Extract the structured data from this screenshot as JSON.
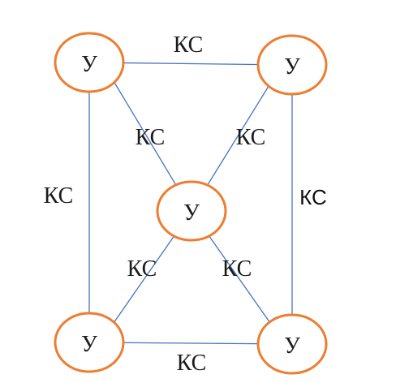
{
  "diagram": {
    "colors": {
      "node_stroke": "#ED7D31",
      "node_fill": "#FFFFFF",
      "edge_stroke": "#4472C4",
      "text": "#1B1B1B"
    },
    "nodes": {
      "top_left": {
        "label": "У"
      },
      "top_right": {
        "label": "У"
      },
      "center": {
        "label": "У"
      },
      "bottom_left": {
        "label": "У"
      },
      "bottom_right": {
        "label": "У"
      }
    },
    "edges": {
      "top": {
        "label": "КС"
      },
      "left": {
        "label": "КС"
      },
      "right": {
        "label": "КС"
      },
      "bottom": {
        "label": "КС"
      },
      "diag_top_left": {
        "label": "КС"
      },
      "diag_top_right": {
        "label": "КС"
      },
      "diag_bottom_left": {
        "label": "КС"
      },
      "diag_bottom_right": {
        "label": "КС"
      }
    }
  }
}
